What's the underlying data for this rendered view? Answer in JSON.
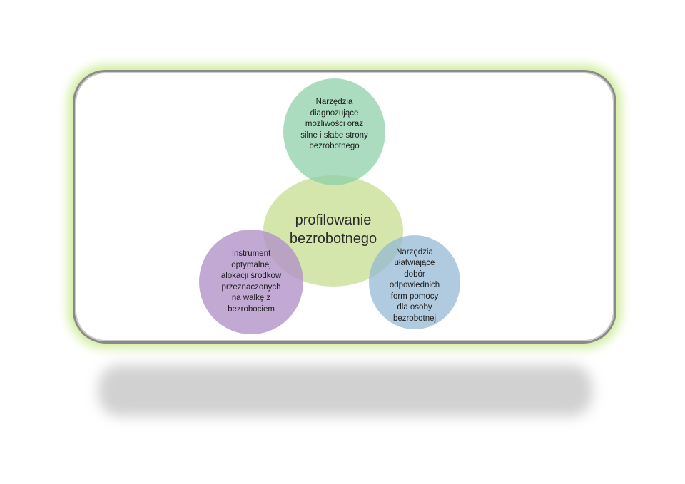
{
  "diagram": {
    "center": "profilowanie\nbezrobotnego",
    "top": "Narzędzia\ndiagnozujące\nmożliwości oraz\nsilne i słabe strony\nbezrobotnego",
    "left": "Instrument\noptymalnej\nalokacji środków\nprzeznaczonych\nna walkę z\nbezrobociem",
    "right": "Narzędzia\nułatwiające\ndobór\nodpowiednich\nform pomocy\ndla osoby\nbezrobotnej"
  },
  "colors": {
    "center": "#cde29d",
    "top": "#8acea6",
    "left": "#b091c8",
    "right": "#92b7d4",
    "frame_glow": "#d8efac"
  }
}
